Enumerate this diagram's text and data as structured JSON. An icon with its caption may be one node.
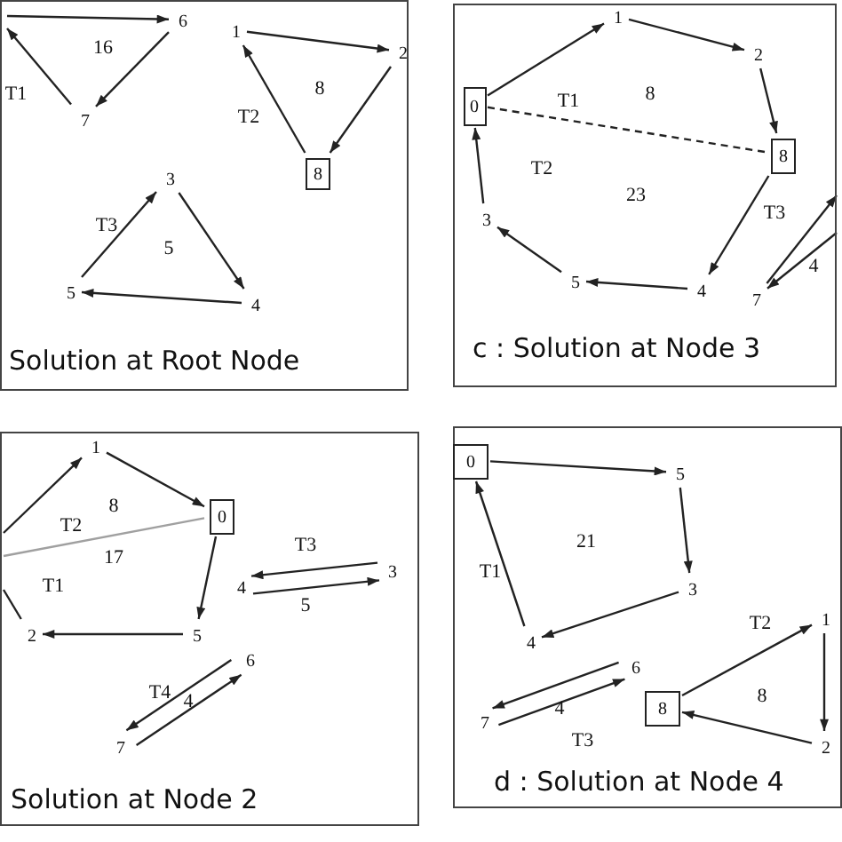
{
  "diagram": {
    "nodes": [
      {
        "text": [
          "Solution at Root Node"
        ]
      },
      {
        "text": [
          "6"
        ],
        "in": 0
      },
      {
        "text": [
          "7"
        ],
        "in": 0
      },
      {
        "text": [
          "1"
        ],
        "in": 0
      },
      {
        "text": [
          "2"
        ],
        "in": 0
      },
      {
        "text": [
          "8"
        ],
        "in": 0
      },
      {
        "text": [
          "3"
        ],
        "in": 0
      },
      {
        "text": [
          "5"
        ],
        "in": 0
      },
      {
        "text": [
          "4"
        ],
        "in": 0
      },
      {
        "text": [
          "c : Solution at Node 3"
        ]
      },
      {
        "text": [
          "1"
        ],
        "in": 9
      },
      {
        "text": [
          "2"
        ],
        "in": 9
      },
      {
        "text": [
          "0"
        ],
        "in": 9
      },
      {
        "text": [
          "8"
        ],
        "in": 9
      },
      {
        "text": [
          "3"
        ],
        "in": 9
      },
      {
        "text": [
          "5"
        ],
        "in": 9
      },
      {
        "text": [
          "4"
        ],
        "in": 9
      },
      {
        "text": [
          "7"
        ],
        "in": 9
      },
      {
        "text": [
          "Solution at Node 2"
        ]
      },
      {
        "text": [
          "1"
        ],
        "in": 18
      },
      {
        "text": [
          "0"
        ],
        "in": 18
      },
      {
        "text": [
          "2"
        ],
        "in": 18
      },
      {
        "text": [
          "5"
        ],
        "in": 18
      },
      {
        "text": [
          "4"
        ],
        "in": 18
      },
      {
        "text": [
          "3"
        ],
        "in": 18
      },
      {
        "text": [
          "6"
        ],
        "in": 18
      },
      {
        "text": [
          "7"
        ],
        "in": 18
      },
      {
        "text": [
          "d : Solution at Node 4"
        ]
      },
      {
        "text": [
          "0"
        ],
        "in": 27
      },
      {
        "text": [
          "5"
        ],
        "in": 27
      },
      {
        "text": [
          "3"
        ],
        "in": 27
      },
      {
        "text": [
          "4"
        ],
        "in": 27
      },
      {
        "text": [
          "1"
        ],
        "in": 27
      },
      {
        "text": [
          "2"
        ],
        "in": 27
      },
      {
        "text": [
          "8"
        ],
        "in": 27
      },
      {
        "text": [
          "6"
        ],
        "in": 27
      },
      {
        "text": [
          "7"
        ],
        "in": 27
      }
    ],
    "edges": [
      {
        "from": null,
        "to": 1,
        "arrow": "to"
      },
      {
        "from": 1,
        "to": 2,
        "arrow": "to"
      },
      {
        "from": 2,
        "to": null,
        "arrow": "to"
      },
      {
        "from": 3,
        "to": 4,
        "arrow": "to"
      },
      {
        "from": 4,
        "to": 5,
        "arrow": "to"
      },
      {
        "from": 5,
        "to": 3,
        "arrow": "to"
      },
      {
        "from": 6,
        "to": 8,
        "arrow": "to"
      },
      {
        "from": 8,
        "to": 7,
        "arrow": "to"
      },
      {
        "from": 7,
        "to": 6,
        "arrow": "to"
      },
      {
        "from": 12,
        "to": 10,
        "arrow": "to"
      },
      {
        "from": 10,
        "to": 11,
        "arrow": "to"
      },
      {
        "from": 11,
        "to": 13,
        "arrow": "to"
      },
      {
        "from": 12,
        "to": 13,
        "arrow": "none",
        "style": "dashed"
      },
      {
        "from": 13,
        "to": 16,
        "arrow": "to"
      },
      {
        "from": 16,
        "to": 15,
        "arrow": "to"
      },
      {
        "from": 15,
        "to": 14,
        "arrow": "to"
      },
      {
        "from": 14,
        "to": 12,
        "arrow": "to"
      },
      {
        "from": 17,
        "to": null,
        "arrow": "to"
      },
      {
        "from": null,
        "to": 17,
        "arrow": "to"
      },
      {
        "from": null,
        "to": 19,
        "arrow": "to"
      },
      {
        "from": 19,
        "to": 20,
        "arrow": "to"
      },
      {
        "from": 20,
        "to": 22,
        "arrow": "to"
      },
      {
        "from": 22,
        "to": 21,
        "arrow": "to"
      },
      {
        "from": 21,
        "to": null,
        "arrow": "none"
      },
      {
        "from": null,
        "to": 20,
        "arrow": "none",
        "color": "#a0a0a0"
      },
      {
        "from": 23,
        "to": 24,
        "arrow": "to"
      },
      {
        "from": 24,
        "to": 23,
        "arrow": "to"
      },
      {
        "from": 26,
        "to": 25,
        "arrow": "to"
      },
      {
        "from": 25,
        "to": 26,
        "arrow": "to"
      },
      {
        "from": 28,
        "to": 29,
        "arrow": "to"
      },
      {
        "from": 29,
        "to": 30,
        "arrow": "to"
      },
      {
        "from": 30,
        "to": 31,
        "arrow": "to"
      },
      {
        "from": 31,
        "to": 28,
        "arrow": "to"
      },
      {
        "from": 34,
        "to": 32,
        "arrow": "to"
      },
      {
        "from": 32,
        "to": 33,
        "arrow": "to"
      },
      {
        "from": 33,
        "to": 34,
        "arrow": "to"
      },
      {
        "from": 35,
        "to": 36,
        "arrow": "to"
      },
      {
        "from": 36,
        "to": 35,
        "arrow": "to"
      }
    ],
    "labels": [
      "16",
      "T1",
      "8",
      "T2",
      "T3",
      "5",
      "T1",
      "8",
      "T2",
      "23",
      "T3",
      "4",
      "8",
      "T2",
      "17",
      "T1",
      "T3",
      "5",
      "T4",
      "4",
      "21",
      "T1",
      "T2",
      "8",
      "4",
      "T3"
    ]
  }
}
